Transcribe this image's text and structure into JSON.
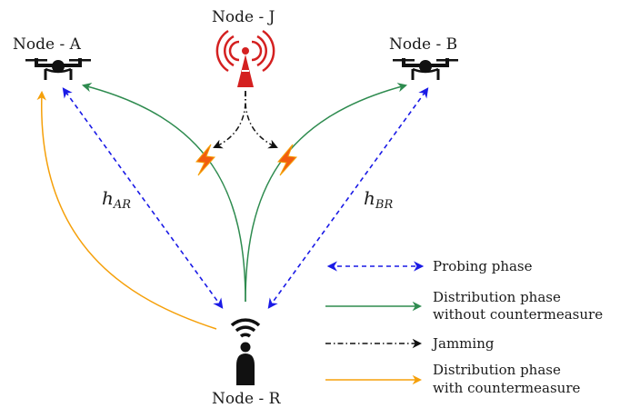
{
  "nodes": {
    "a": "Node - A",
    "b": "Node - B",
    "j": "Node - J",
    "r": "Node - R"
  },
  "channels": {
    "ar": {
      "base": "h",
      "sub": "AR"
    },
    "br": {
      "base": "h",
      "sub": "BR"
    }
  },
  "legend": {
    "probing": "Probing phase",
    "dist_no_cm_line1": "Distribution phase",
    "dist_no_cm_line2": "without countermeasure",
    "jamming": "Jamming",
    "dist_cm_line1": "Distribution phase",
    "dist_cm_line2": "with countermeasure"
  },
  "colors": {
    "probing": "#1a1ae6",
    "distribution": "#2e8b4f",
    "jamming": "#111111",
    "countermeasure": "#f5a00a",
    "jammer": "#d42020",
    "lightning": "#f25c0f"
  },
  "icons": {
    "drone": "drone-icon",
    "tower": "radio-tower-icon",
    "user": "wireless-user-icon",
    "lightning": "lightning-icon"
  }
}
